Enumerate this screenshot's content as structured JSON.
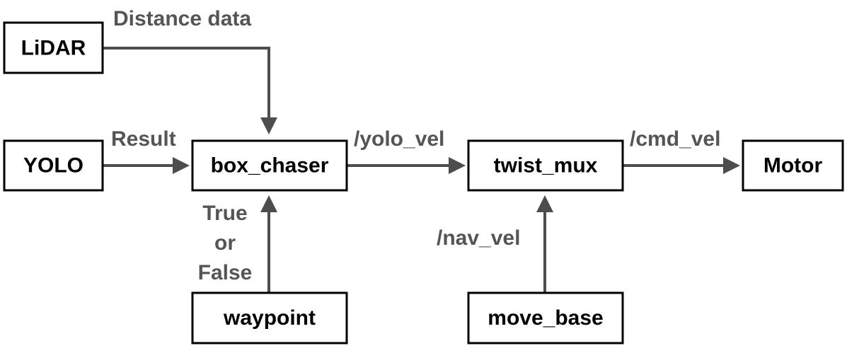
{
  "nodes": {
    "lidar": "LiDAR",
    "yolo": "YOLO",
    "box_chaser": "box_chaser",
    "twist_mux": "twist_mux",
    "motor": "Motor",
    "waypoint": "waypoint",
    "move_base": "move_base"
  },
  "edges": {
    "distance_data": "Distance data",
    "result": "Result",
    "yolo_vel": "/yolo_vel",
    "cmd_vel": "/cmd_vel",
    "nav_vel": "/nav_vel",
    "true_or_false": [
      "True",
      "or",
      "False"
    ]
  },
  "colors": {
    "box_stroke": "#000000",
    "arrow": "#4d4d4d",
    "edge_label": "#555555"
  }
}
